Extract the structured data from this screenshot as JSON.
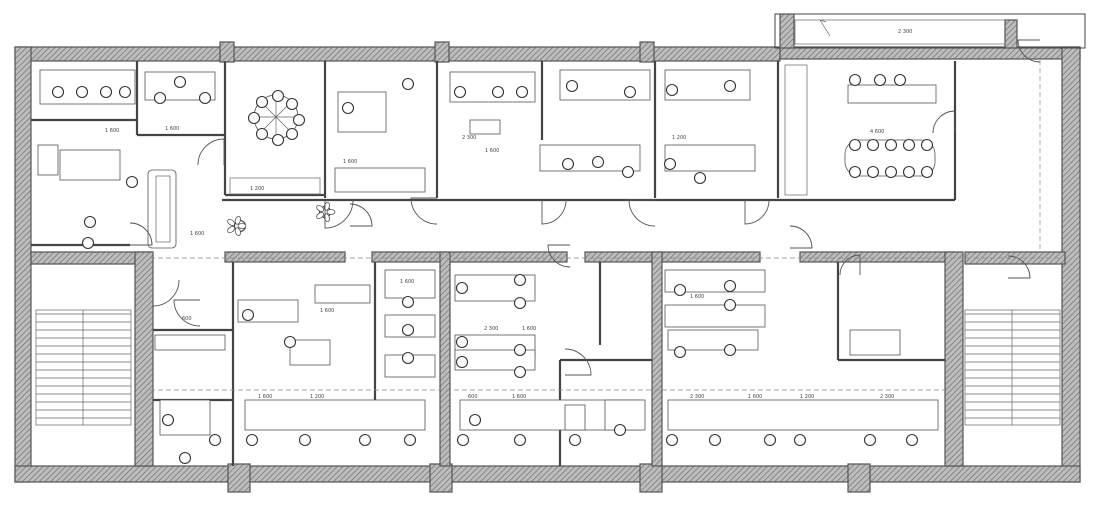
{
  "plan": {
    "colors": {
      "wall_hatch": "#8a8a8a",
      "line": "#444444",
      "background": "#ffffff"
    }
  },
  "dimensions": [
    {
      "id": "d1",
      "text": "1 600"
    },
    {
      "id": "d2",
      "text": "1 600"
    },
    {
      "id": "d3",
      "text": "2 300"
    },
    {
      "id": "d4",
      "text": "1 200"
    },
    {
      "id": "d5",
      "text": "1 600"
    },
    {
      "id": "d6",
      "text": "2 300"
    },
    {
      "id": "d7",
      "text": "1 600"
    },
    {
      "id": "d8",
      "text": "1 200"
    },
    {
      "id": "d9",
      "text": "4 600"
    },
    {
      "id": "d10",
      "text": "1 600"
    },
    {
      "id": "d11",
      "text": "600"
    },
    {
      "id": "d12",
      "text": "1 600"
    },
    {
      "id": "d13",
      "text": "2 300"
    },
    {
      "id": "d14",
      "text": "1 600"
    },
    {
      "id": "d15",
      "text": "1 600"
    },
    {
      "id": "d16",
      "text": "1 200"
    },
    {
      "id": "d17",
      "text": "600"
    },
    {
      "id": "d18",
      "text": "1 600"
    },
    {
      "id": "d19",
      "text": "2 300"
    },
    {
      "id": "d20",
      "text": "1 600"
    },
    {
      "id": "d21",
      "text": "1 200"
    },
    {
      "id": "d22",
      "text": "2 300"
    },
    {
      "id": "d23",
      "text": "1 600"
    },
    {
      "id": "d24",
      "text": "1 600"
    }
  ]
}
